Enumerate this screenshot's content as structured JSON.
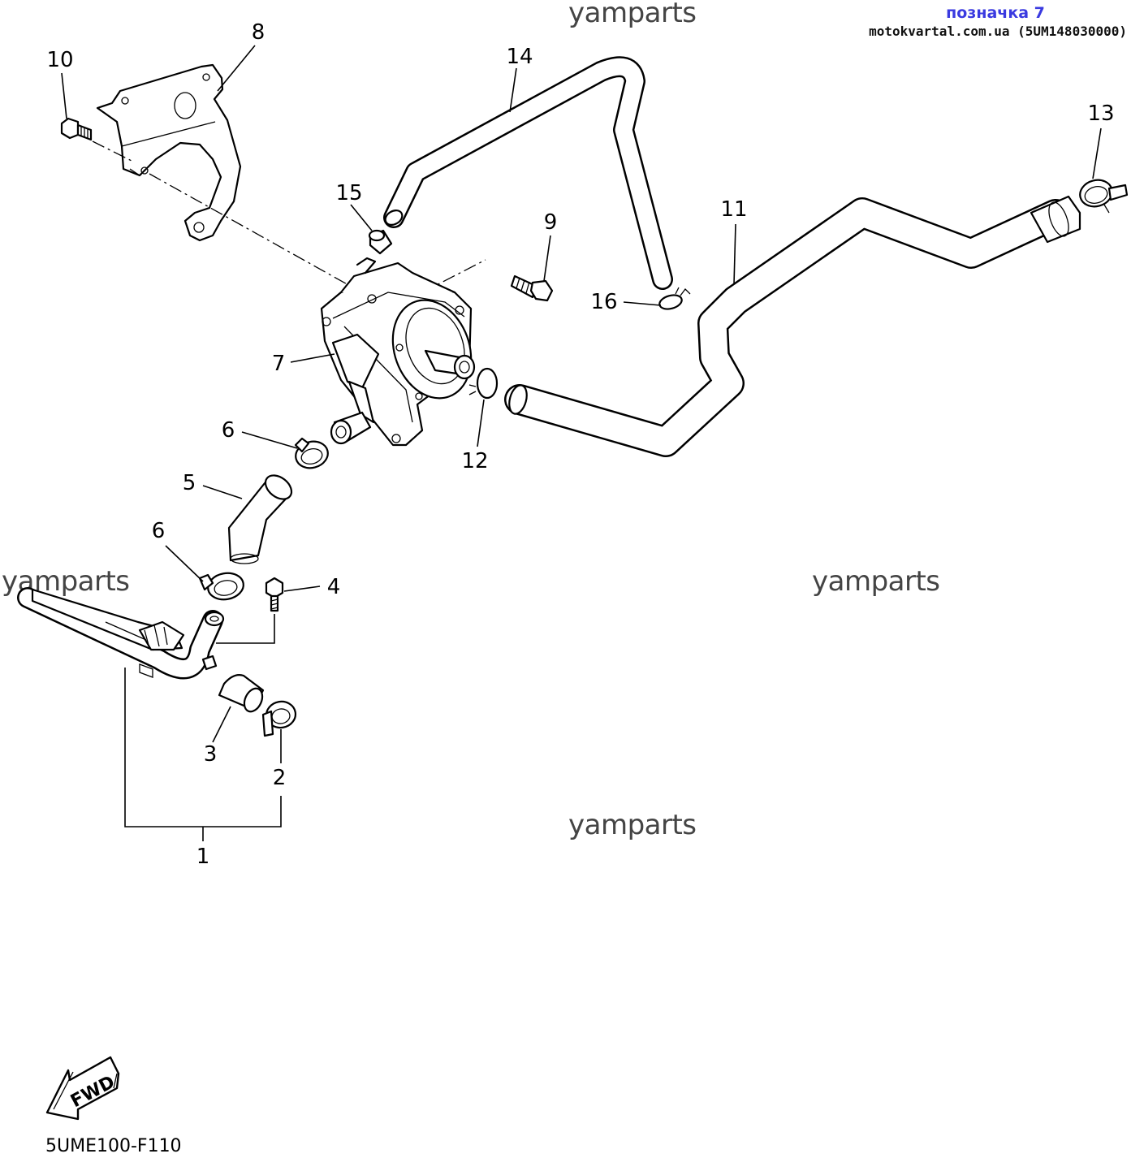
{
  "badge": {
    "title": "позначка 7",
    "source": "motokvartal.com.ua (5UM148030000)"
  },
  "watermark": "yamparts",
  "diagram_code": "5UME100-F110",
  "fwd_label": "FWD",
  "callouts": {
    "c1": "1",
    "c2": "2",
    "c3": "3",
    "c4": "4",
    "c5": "5",
    "c6a": "6",
    "c6b": "6",
    "c7": "7",
    "c8": "8",
    "c9": "9",
    "c10": "10",
    "c11": "11",
    "c12": "12",
    "c13": "13",
    "c14": "14",
    "c15": "15",
    "c16": "16"
  }
}
